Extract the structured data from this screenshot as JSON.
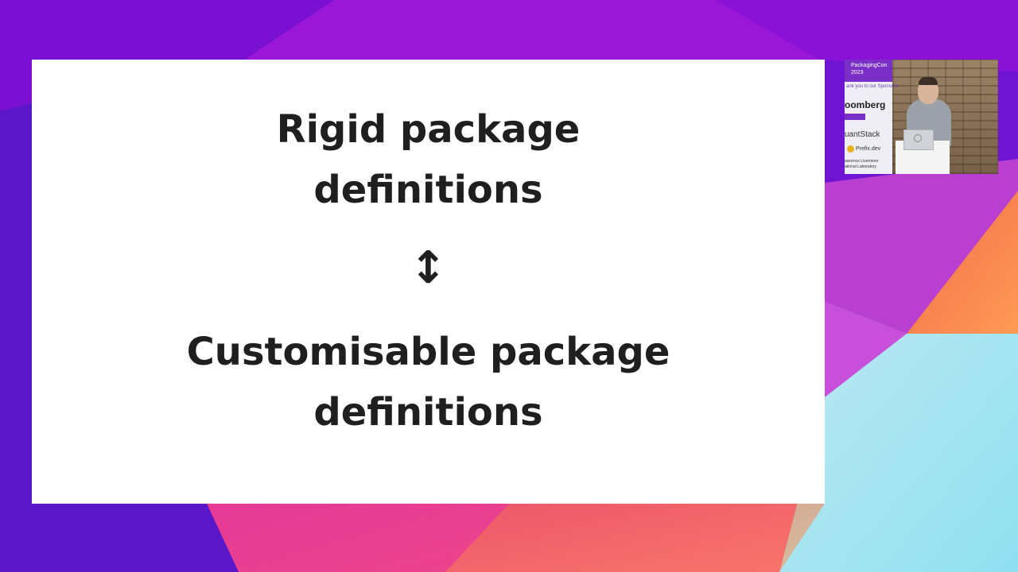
{
  "slide": {
    "line1": "Rigid package",
    "line2": "definitions",
    "arrow": "↕",
    "line3": "Customisable package",
    "line4": "definitions"
  },
  "camera": {
    "banner_title_1": "PackagingCon",
    "banner_title_2": "2023",
    "banner_thanks": "ank you to our Sponsors",
    "sponsor_1": "oomberg",
    "sponsor_2": "uantStack",
    "sponsor_3": "Prefix.dev",
    "sponsor_4_line1": "awrence Livermore",
    "sponsor_4_line2": "ational Laboratory"
  },
  "colors": {
    "background_primary": "#7b10d6",
    "slide_background": "#ffffff",
    "slide_text": "#1f1f1f"
  }
}
